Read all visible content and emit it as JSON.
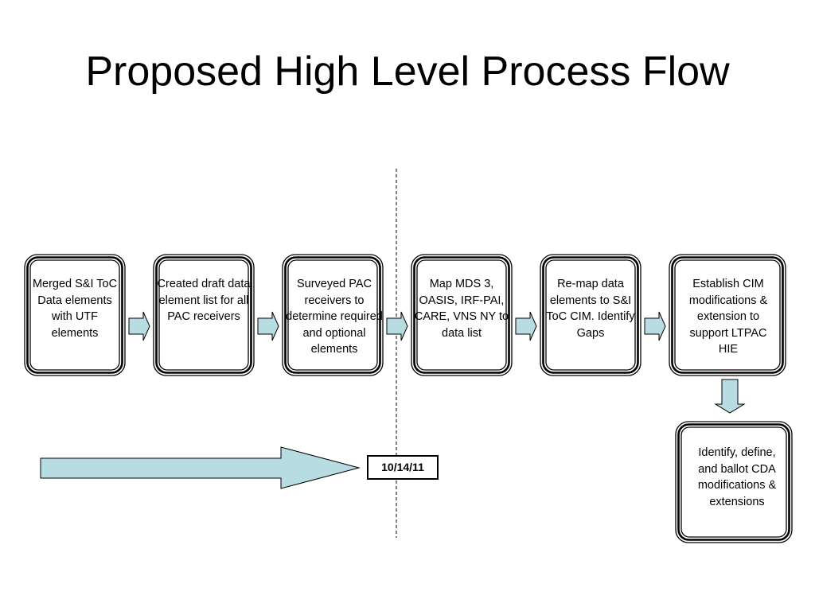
{
  "title": "Proposed High Level Process Flow",
  "steps": [
    {
      "text": "Merged S&I ToC Data elements with UTF elements"
    },
    {
      "text": "Created draft data element list for all PAC receivers"
    },
    {
      "text": "Surveyed PAC receivers to determine required and optional elements"
    },
    {
      "text": "Map MDS 3, OASIS, IRF-PAI, CARE, VNS NY to data list"
    },
    {
      "text": "Re-map data elements to S&I ToC CIM. Identify Gaps"
    },
    {
      "text": "Establish CIM modifications & extension to support LTPAC HIE"
    },
    {
      "text": "Identify, define, and ballot CDA modifications & extensions"
    }
  ],
  "milestone_date": "10/14/11",
  "colors": {
    "arrow_fill": "#b7dde2",
    "stroke": "#000000"
  }
}
